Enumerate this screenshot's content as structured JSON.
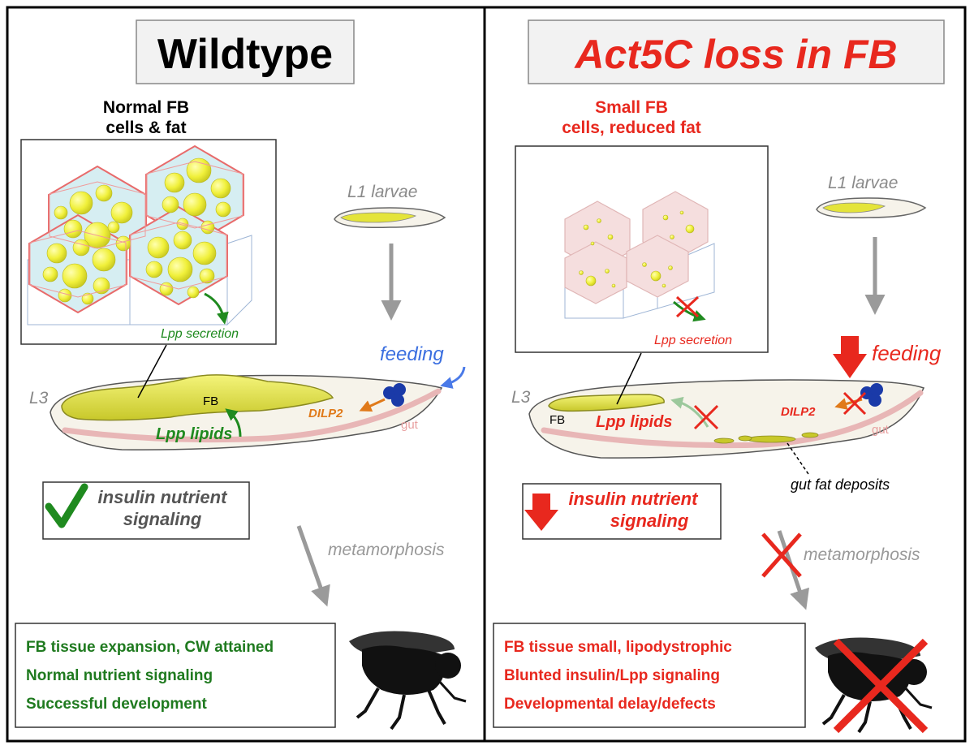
{
  "left": {
    "title": "Wildtype",
    "inset_heading_line1": "Normal FB",
    "inset_heading_line2": "cells & fat",
    "secretion_label": "Lpp secretion",
    "l1_label": "L1 larvae",
    "feeding_label": "feeding",
    "l3_label": "L3",
    "fb_label": "FB",
    "lpp_lipids_label": "Lpp lipids",
    "dilp2_label": "DILP2",
    "gut_label": "gut",
    "insulin_line1": "insulin nutrient",
    "insulin_line2": "signaling",
    "metamorphosis_label": "metamorphosis",
    "outcomes": [
      "FB tissue expansion, CW attained",
      "Normal nutrient signaling",
      "Successful development"
    ]
  },
  "right": {
    "title": "Act5C loss in FB",
    "inset_heading_line1": "Small FB",
    "inset_heading_line2": "cells, reduced fat",
    "secretion_label": "Lpp secretion",
    "l1_label": "L1 larvae",
    "feeding_label": "feeding",
    "l3_label": "L3",
    "fb_label": "FB",
    "lpp_lipids_label": "Lpp lipids",
    "dilp2_label": "DILP2",
    "gut_label": "gut",
    "gut_fat_label": "gut fat deposits",
    "insulin_line1": "insulin nutrient",
    "insulin_line2": "signaling",
    "metamorphosis_label": "metamorphosis",
    "outcomes": [
      "FB tissue small, lipodystrophic",
      "Blunted insulin/Lpp signaling",
      "Developmental delay/defects"
    ]
  },
  "colors": {
    "green": "#1f7a1f",
    "red": "#e8281e",
    "blue": "#3b6fe0",
    "orange": "#e07a1a",
    "gray": "#9a9a9a",
    "fat_yellow": "#eef03a"
  }
}
